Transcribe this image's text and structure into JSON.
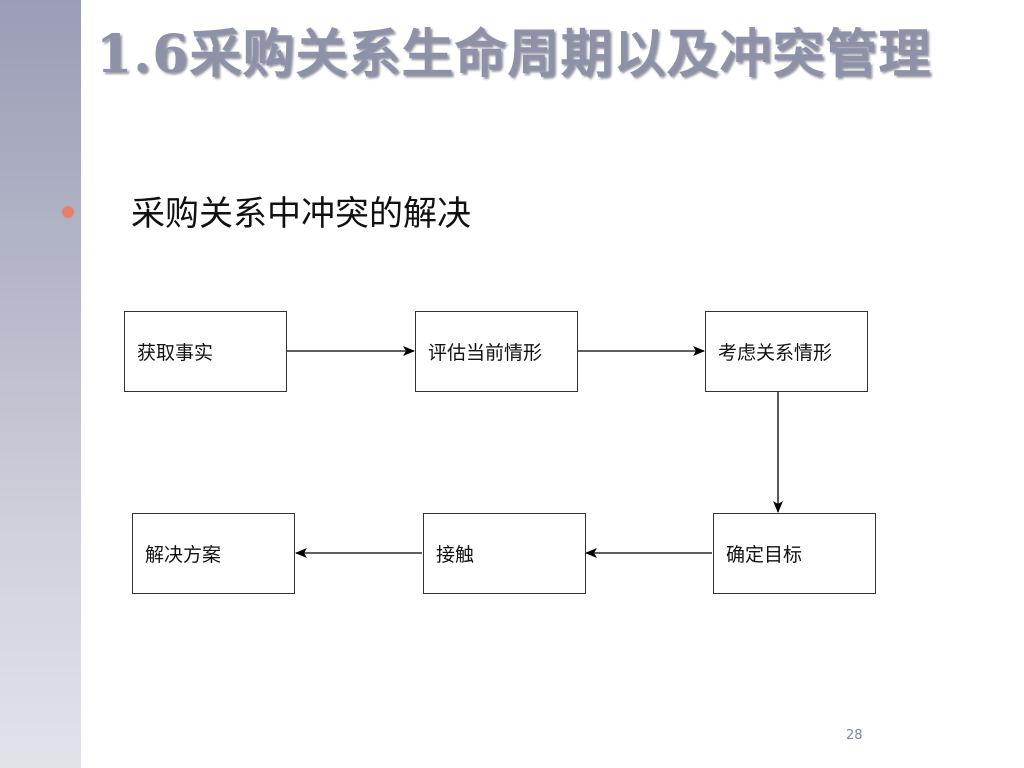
{
  "slide": {
    "title": "1.6采购关系生命周期以及冲突管理",
    "bullet": "采购关系中冲突的解决",
    "page_number": "28"
  },
  "flowchart": {
    "steps": [
      "获取事实",
      "评估当前情形",
      "考虑关系情形",
      "确定目标",
      "接触",
      "解决方案"
    ]
  },
  "colors": {
    "title": "#8d92a8",
    "bullet_dot": "#e67e6a",
    "sidebar_top": "#9a9db6",
    "sidebar_bottom": "#e2e2e9",
    "page_number": "#7b86a8"
  }
}
